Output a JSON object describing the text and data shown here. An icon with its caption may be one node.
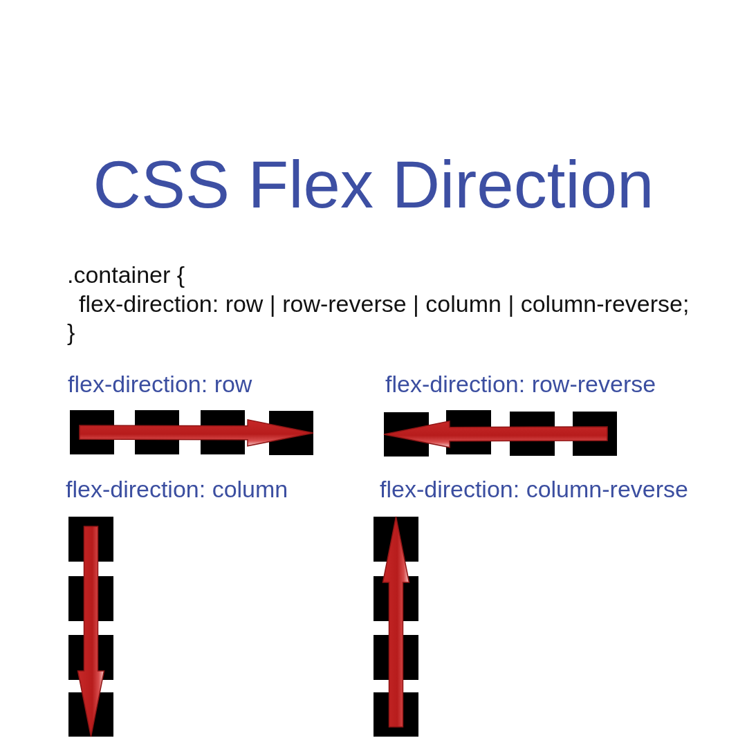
{
  "diagram": {
    "title": "CSS Flex Direction",
    "nodes": [
      {
        "text": [],
        "shape": "box"
      },
      {
        "text": [],
        "shape": "box"
      },
      {
        "text": [],
        "shape": "box"
      },
      {
        "text": [],
        "shape": "box"
      },
      {
        "text": [],
        "shape": "box"
      },
      {
        "text": [],
        "shape": "box"
      },
      {
        "text": [],
        "shape": "box"
      },
      {
        "text": [],
        "shape": "box"
      },
      {
        "text": [],
        "shape": "box"
      },
      {
        "text": [],
        "shape": "box"
      },
      {
        "text": [],
        "shape": "box"
      },
      {
        "text": [],
        "shape": "box"
      },
      {
        "text": [],
        "shape": "box"
      },
      {
        "text": [],
        "shape": "box"
      },
      {
        "text": [],
        "shape": "box"
      },
      {
        "text": [],
        "shape": "box"
      }
    ],
    "edges": [
      {
        "from": 0,
        "to": 3,
        "arrow": "to"
      },
      {
        "from": 7,
        "to": 4,
        "arrow": "to"
      },
      {
        "from": 8,
        "to": 11,
        "arrow": "to"
      },
      {
        "from": 15,
        "to": 12,
        "arrow": "to"
      }
    ],
    "labels": [
      ".container {",
      "flex-direction: row | row-reverse | column | column-reverse;",
      "}",
      "flex-direction: row",
      "flex-direction: row-reverse",
      "flex-direction: column",
      "flex-direction: column-reverse"
    ]
  }
}
